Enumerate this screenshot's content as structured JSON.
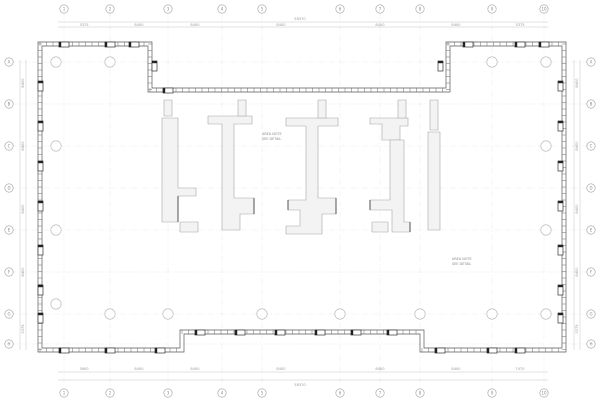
{
  "drawing": {
    "top_axes": [
      "1",
      "2",
      "3",
      "4",
      "5",
      "6",
      "7",
      "8",
      "9",
      "10"
    ],
    "side_axes": [
      "A",
      "B",
      "C",
      "D",
      "E",
      "F",
      "G",
      "H"
    ],
    "overall_dimension_top": "58370",
    "overall_dimension_bottom": "58370",
    "top_segment_dims": [
      "3375",
      "8400",
      "8400",
      "8400",
      "8400",
      "8400",
      "3375"
    ],
    "bottom_segment_dims": [
      "3600",
      "8400",
      "8400",
      "8400",
      "8400",
      "8400",
      "7470"
    ],
    "left_segment_dims": [
      "8400",
      "8400",
      "8400",
      "8400",
      "3375"
    ],
    "right_segment_dims": [
      "8400",
      "8400",
      "8400",
      "8400",
      "3375"
    ],
    "notes": [
      {
        "line1": "AREA NOTE",
        "line2": "SEE DETAIL"
      },
      {
        "line1": "AREA NOTE",
        "line2": "SEE DETAIL"
      }
    ]
  }
}
